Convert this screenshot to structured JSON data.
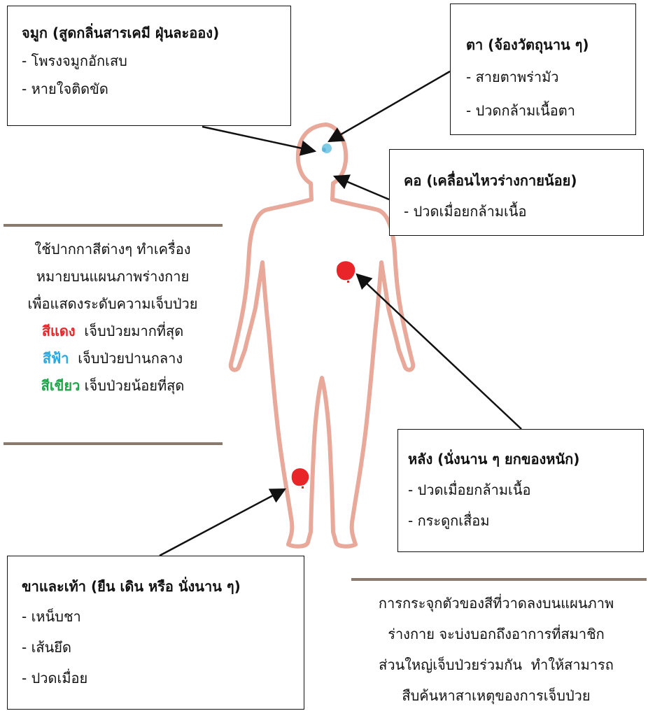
{
  "boxes": {
    "nose": {
      "title": "จมูก (สูดกลิ่นสารเคมี ฝุ่นละออง)",
      "items": [
        "- โพรงจมูกอักเสบ",
        "- หายใจติดขัด"
      ]
    },
    "eyes": {
      "title": "ตา (จ้องวัตถุนาน ๆ)",
      "items": [
        "- สายตาพร่ามัว",
        "- ปวดกล้ามเนื้อตา"
      ]
    },
    "neck": {
      "title": "คอ (เคลื่อนไหวร่างกายน้อย)",
      "items": [
        "- ปวดเมื่อยกล้ามเนื้อ"
      ]
    },
    "back": {
      "title": "หลัง (นั่งนาน ๆ ยกของหนัก)",
      "items": [
        "- ปวดเมื่อยกล้ามเนื้อ",
        "- กระดูกเสื่อม"
      ]
    },
    "legs": {
      "title": "ขาและเท้า (ยืน เดิน หรือ นั่งนาน ๆ)",
      "items": [
        "- เหน็บชา",
        "- เส้นยึด",
        "- ปวดเมื่อย"
      ]
    }
  },
  "legend": {
    "lines": [
      "ใช้ปากกาสีต่างๆ ทำเครื่อง",
      "หมายบนแผนภาพร่างกาย",
      "เพื่อแสดงระดับความเจ็บป่วย"
    ],
    "levels": [
      {
        "color_name": "สีแดง",
        "desc": "เจ็บป่วยมากที่สุด",
        "color": "#e8262a"
      },
      {
        "color_name": "สีฟ้า",
        "desc": "เจ็บป่วยปานกลาง",
        "color": "#2aa9e0"
      },
      {
        "color_name": "สีเขียว",
        "desc": "เจ็บป่วยน้อยที่สุด",
        "color": "#1fa64a"
      }
    ]
  },
  "summary": {
    "lines": [
      "การกระจุกตัวของสีที่วาดลงบนแผนภาพ",
      "ร่างกาย จะบ่งบอกถึงอาการที่สมาชิก",
      "ส่วนใหญ่เจ็บป่วยร่วมกัน  ทำให้สามารถ",
      "สืบค้นหาสาเหตุของการเจ็บป่วย"
    ]
  },
  "colors": {
    "outline": "#e8a99a",
    "rule": "#8a7a6e",
    "red": "#e8262a",
    "blue": "#2aa9e0"
  }
}
